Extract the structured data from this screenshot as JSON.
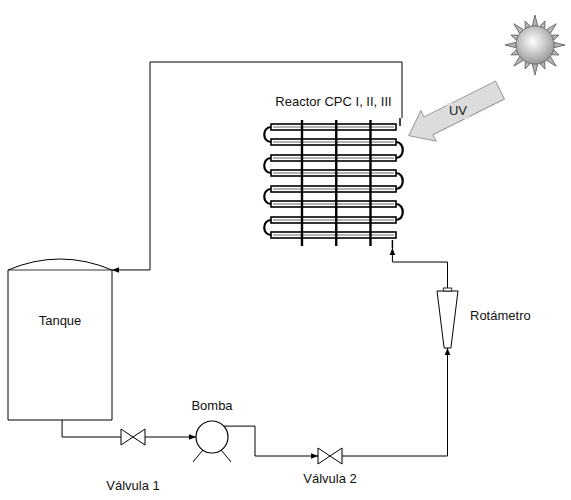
{
  "diagram": {
    "nodes": [
      {
        "text": [
          "Reactor CPC I, II, III"
        ]
      },
      {
        "text": [
          "Tanque"
        ]
      },
      {
        "text": [
          "Rotámetro"
        ]
      },
      {
        "text": [
          "Bomba"
        ]
      },
      {
        "text": [
          "Válvula 1"
        ]
      },
      {
        "text": [
          "Válvula 2"
        ]
      }
    ],
    "edges": [
      {
        "from": 0,
        "to": 1,
        "arrow": "to"
      },
      {
        "from": 1,
        "to": 4,
        "arrow": "none"
      },
      {
        "from": 4,
        "to": 3,
        "arrow": "to"
      },
      {
        "from": 3,
        "to": 5,
        "arrow": "to"
      },
      {
        "from": 5,
        "to": 2,
        "arrow": "to"
      },
      {
        "from": 2,
        "to": 0,
        "arrow": "to"
      }
    ],
    "labels": [
      "UV"
    ]
  }
}
